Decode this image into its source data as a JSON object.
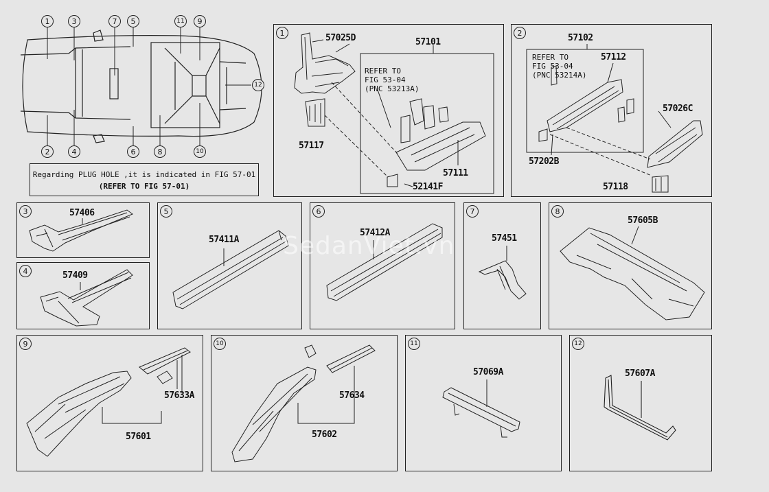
{
  "overview": {
    "callouts": [
      "1",
      "3",
      "7",
      "5",
      "11",
      "9",
      "12",
      "2",
      "4",
      "6",
      "8",
      "10"
    ],
    "note_line1": "Regarding PLUG HOLE ,it is indicated in FIG 57-01",
    "note_line2": "(REFER TO FIG 57-01)"
  },
  "panel1": {
    "num": "1",
    "parts": {
      "p57025D": "57025D",
      "p57101": "57101",
      "p57117": "57117",
      "p57111": "57111",
      "p52141F": "52141F"
    },
    "ref": "REFER TO\nFIG 53-04\n(PNC 53213A)"
  },
  "panel2": {
    "num": "2",
    "parts": {
      "p57102": "57102",
      "p57112": "57112",
      "p57026C": "57026C",
      "p57202B": "57202B",
      "p57118": "57118"
    },
    "ref": "REFER TO\nFIG 53-04\n(PNC 53214A)"
  },
  "panel3": {
    "num": "3",
    "part": "57406"
  },
  "panel4": {
    "num": "4",
    "part": "57409"
  },
  "panel5": {
    "num": "5",
    "part": "57411A"
  },
  "panel6": {
    "num": "6",
    "part": "57412A"
  },
  "panel7": {
    "num": "7",
    "part": "57451"
  },
  "panel8": {
    "num": "8",
    "part": "57605B"
  },
  "panel9": {
    "num": "9",
    "parts": {
      "p57633A": "57633A",
      "p57601": "57601"
    }
  },
  "panel10": {
    "num": "10",
    "parts": {
      "p57634": "57634",
      "p57602": "57602"
    }
  },
  "panel11": {
    "num": "11",
    "part": "57069A"
  },
  "panel12": {
    "num": "12",
    "part": "57607A"
  },
  "watermark": "SedanViet.vn"
}
